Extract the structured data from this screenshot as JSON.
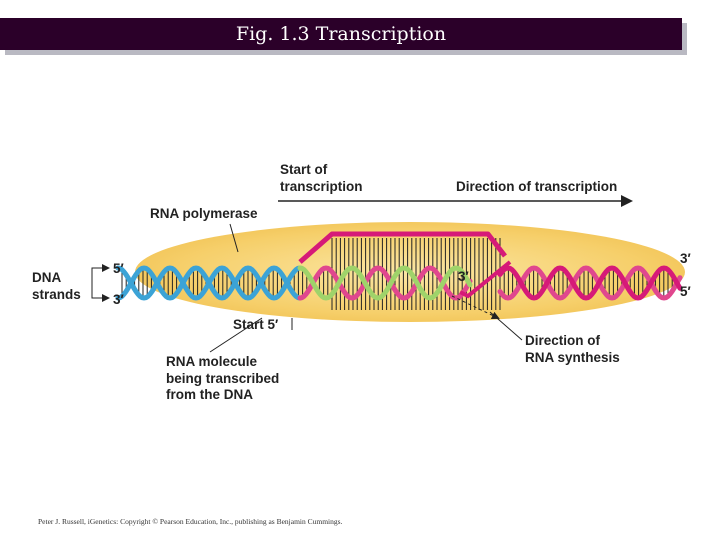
{
  "title": "Fig. 1.3 Transcription",
  "labels": {
    "start_of_transcription_line1": "Start of",
    "start_of_transcription_line2": "transcription",
    "direction_of_transcription": "Direction of transcription",
    "rna_polymerase": "RNA polymerase",
    "dna_strands_line1": "DNA",
    "dna_strands_line2": "strands",
    "five_prime_left": "5′",
    "three_prime_left": "3′",
    "three_prime_right": "3′",
    "five_prime_right": "5′",
    "three_prime_inner": "3′",
    "start_5": "Start 5′",
    "rna_molecule_line1": "RNA molecule",
    "rna_molecule_line2": "being transcribed",
    "rna_molecule_line3": "from the DNA",
    "direction_of_rna_synthesis_line1": "Direction of",
    "direction_of_rna_synthesis_line2": "RNA synthesis"
  },
  "footer": "Peter J. Russell, iGenetics: Copyright © Pearson Education, Inc., publishing as Benjamin Cummings.",
  "colors": {
    "title_bar": "#2b0029",
    "polymerase": "#f6cf6a",
    "dna_blue": "#3ca3d6",
    "dna_pink": "#e0478e",
    "rna_green": "#9fd36a",
    "strand_magenta": "#d61a78"
  }
}
